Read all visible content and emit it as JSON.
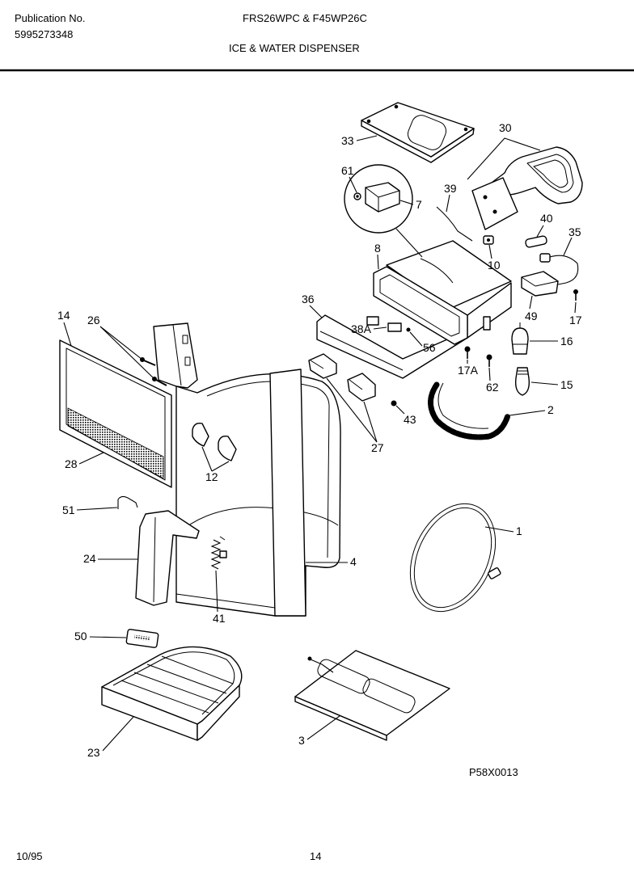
{
  "header": {
    "publication_label": "Publication No.",
    "publication_number": "5995273348",
    "models": "FRS26WPC & F45WP26C",
    "section_title": "ICE & WATER DISPENSER"
  },
  "callouts": {
    "1": "1",
    "2": "2",
    "3": "3",
    "4": "4",
    "7": "7",
    "8": "8",
    "10": "10",
    "12": "12",
    "14": "14",
    "15": "15",
    "16": "16",
    "17": "17",
    "17A": "17A",
    "23": "23",
    "24": "24",
    "26": "26",
    "27": "27",
    "28": "28",
    "30": "30",
    "33": "33",
    "35": "35",
    "36": "36",
    "38A": "38A",
    "39": "39",
    "40": "40",
    "41": "41",
    "43": "43",
    "49": "49",
    "50": "50",
    "51": "51",
    "56": "56",
    "61": "61",
    "62": "62"
  },
  "diagram_code": "P58X0013",
  "footer": {
    "date": "10/95",
    "page_number": "14"
  }
}
